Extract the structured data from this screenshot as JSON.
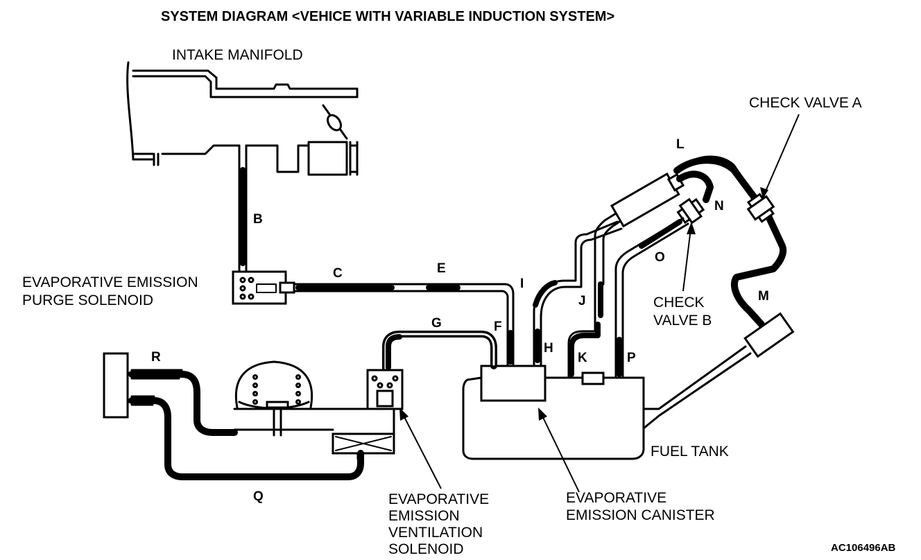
{
  "title": "SYSTEM DIAGRAM <VEHICE WITH VARIABLE INDUCTION SYSTEM>",
  "components": {
    "intake_manifold": "INTAKE MANIFOLD",
    "purge_solenoid": [
      "EVAPORATIVE EMISSION",
      "PURGE SOLENOID"
    ],
    "ventilation_solenoid": [
      "EVAPORATIVE",
      "EMISSION",
      "VENTILATION",
      "SOLENOID"
    ],
    "canister": [
      "EVAPORATIVE",
      "EMISSION CANISTER"
    ],
    "fuel_tank": "FUEL TANK",
    "check_valve_a": "CHECK VALVE A",
    "check_valve_b": [
      "CHECK",
      "VALVE B"
    ]
  },
  "hoses": {
    "b": "B",
    "c": "C",
    "e": "E",
    "f": "F",
    "g": "G",
    "h": "H",
    "i": "I",
    "j": "J",
    "k": "K",
    "l": "L",
    "m": "M",
    "n": "N",
    "o": "O",
    "p": "P",
    "q": "Q",
    "r": "R"
  },
  "figure_code": "AC106496AB"
}
